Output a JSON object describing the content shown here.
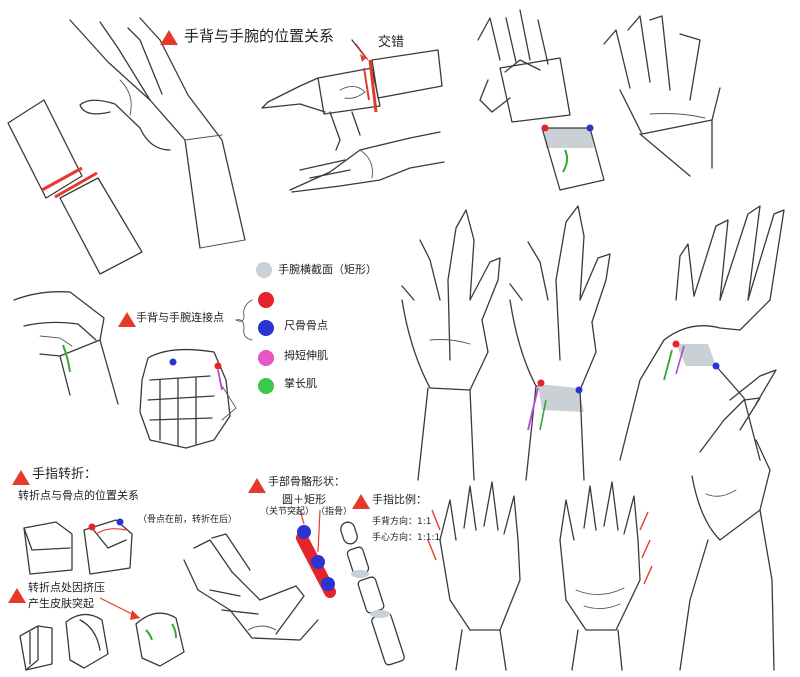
{
  "colors": {
    "accent_red": "#e53a2a",
    "wrist_cross_section": "#c9d0d6",
    "ulna_marker": "#2a34d0",
    "radius_marker": "#e5232b",
    "extensor_pollicis_brevis": "#e455c8",
    "palmaris_longus": "#3ac94a",
    "tendon_green": "#33a833",
    "tendon_purple": "#b04ad0"
  },
  "sections": {
    "back_wrist_position": {
      "title": "手背与手腕的位置关系",
      "stagger_label": "交错"
    },
    "back_wrist_connection": {
      "title": "手背与手腕连接点"
    },
    "legend": {
      "items": [
        {
          "label": "手腕横截面（矩形）",
          "color": "#c9d0d6",
          "icon": "cross-section-swatch"
        },
        {
          "label": "",
          "color": "#e5232b",
          "icon": "radius-dot"
        },
        {
          "label": "尺骨骨点",
          "color": "#2a34d0",
          "icon": "ulna-dot"
        },
        {
          "label": "拇短伸肌",
          "color": "#e455c8",
          "icon": "extensor-dot"
        },
        {
          "label": "掌长肌",
          "color": "#3ac94a",
          "icon": "palmaris-dot"
        }
      ]
    },
    "finger_turns": {
      "title": "手指转折：",
      "subtitle": "转折点与骨点的位置关系",
      "note": "（骨点在前，转折在后）",
      "skin_title": "转折点处因挤压",
      "skin_subtitle": "产生皮肤突起"
    },
    "finger_bones": {
      "title": "手部骨骼形状：",
      "shape_label": "圆＋矩形",
      "joint_label": "（关节突起）",
      "bone_label": "（指骨）"
    },
    "finger_ratio": {
      "title": "手指比例：",
      "back_ratio": "手背方向：1:1",
      "palm_ratio": "手心方向：1:1:1"
    }
  }
}
